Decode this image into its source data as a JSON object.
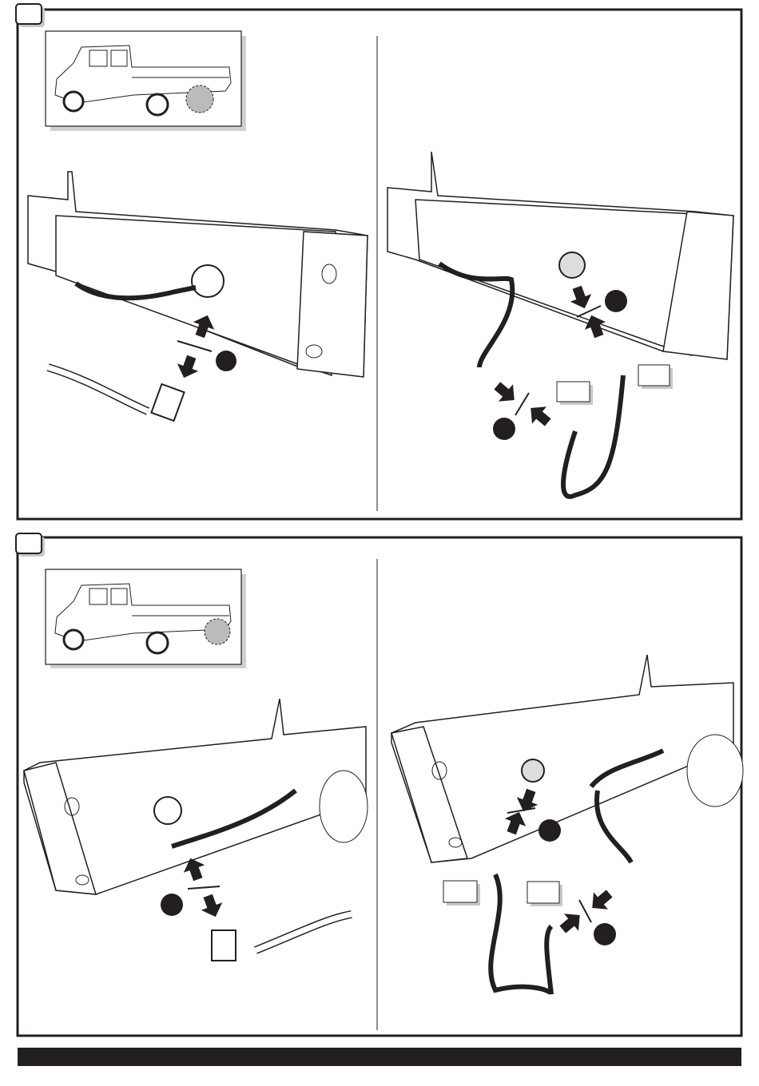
{
  "colors": {
    "ink": "#231f20",
    "shadow": "#c8c8c8",
    "paper": "#ffffff"
  },
  "steps": [
    {
      "thumbnail": "truck-rear-left-highlight",
      "left_view": "socket-disconnect",
      "right_view": "adapter-cable-connect"
    },
    {
      "thumbnail": "truck-rear-right-highlight",
      "left_view": "socket-disconnect",
      "right_view": "adapter-cable-connect"
    }
  ],
  "footer": {
    "text": ""
  }
}
